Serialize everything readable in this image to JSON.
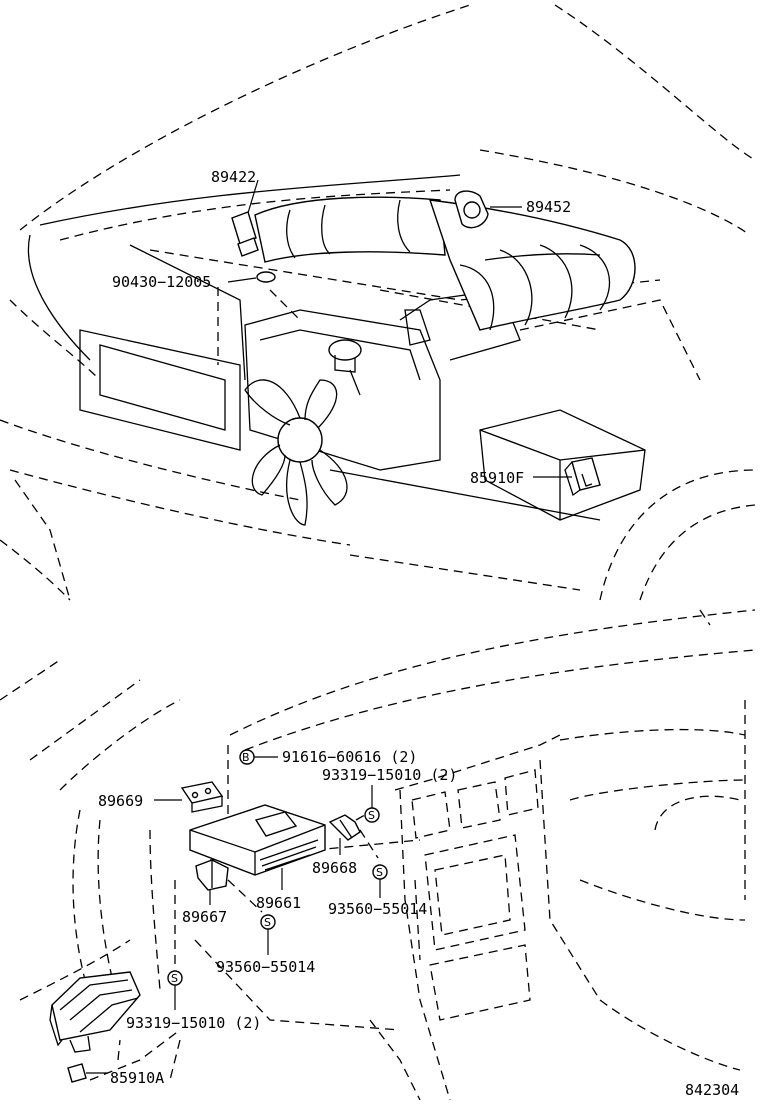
{
  "labels": {
    "p89422": "89422",
    "p89452": "89452",
    "p90430": "90430−12005",
    "p85910f": "85910F",
    "p91616": "91616−60616 (2)",
    "p93319a": "93319−15010 (2)",
    "p89669": "89669",
    "p89668": "89668",
    "p89661": "89661",
    "p89667": "89667",
    "p93560a": "93560−55014",
    "p93560b": "93560−55014",
    "p93319b": "93319−15010 (2)",
    "p85910a": "85910A",
    "diagram_number": "842304"
  },
  "symbols": {
    "bolt": "B",
    "screw": "S"
  }
}
